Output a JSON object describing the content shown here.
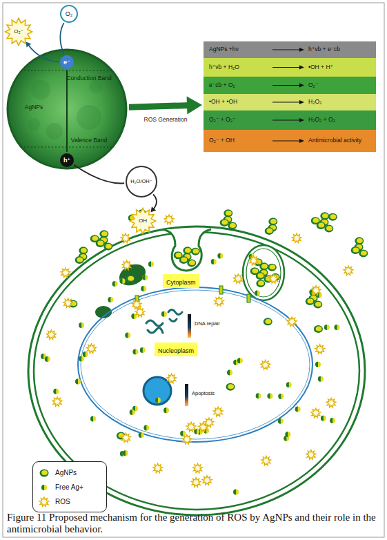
{
  "diagram": {
    "caption": "Figure 11 Proposed mechanism for the generation of ROS by AgNPs and their role in the antimicrobial behavior.",
    "nodes": [
      {
        "text": [
          "Conduction Band",
          "AgNPs",
          "Valence Band"
        ]
      },
      {
        "text": [
          "e⁻"
        ],
        "in": 0
      },
      {
        "text": [
          "h⁺"
        ],
        "in": 0
      },
      {
        "text": [
          "O₂"
        ]
      },
      {
        "text": [
          "O₂⁻"
        ]
      },
      {
        "text": [
          "H₂O/OH⁻"
        ]
      },
      {
        "text": [
          "OH"
        ]
      },
      {
        "text": [
          "AgNPs +hν",
          "h⁺vb + e⁻cb"
        ]
      },
      {
        "text": [
          "h⁺vb + H₂O",
          "•OH + H⁺"
        ]
      },
      {
        "text": [
          "e⁻cb + O₂",
          "O₂⁻"
        ]
      },
      {
        "text": [
          "•OH + •OH",
          "H₂O₂"
        ]
      },
      {
        "text": [
          "O₂⁻ + O₂⁻",
          "H₂O₂ + O₂"
        ]
      },
      {
        "text": [
          "O₂⁻ + OH",
          "Antimicrobial activity"
        ]
      },
      {
        "text": [
          "Cytoplasm"
        ]
      },
      {
        "text": [
          "Nucleoplasm"
        ]
      }
    ],
    "edges": [
      {
        "from": 3,
        "to": 1,
        "arrow": "none"
      },
      {
        "from": 1,
        "to": 4,
        "arrow": "to"
      },
      {
        "from": 1,
        "to": 2,
        "arrow": "none"
      },
      {
        "from": 2,
        "to": 5,
        "arrow": "none"
      },
      {
        "from": 5,
        "to": 6,
        "arrow": "to"
      },
      {
        "from": 0,
        "to": 10,
        "label": "ROS Generation",
        "arrow": "to"
      }
    ],
    "labels": [
      "DNA repair",
      "Apoptosis"
    ],
    "legend": [
      {
        "text": "AgNPs"
      },
      {
        "text": "Free Ag+"
      },
      {
        "text": "ROS"
      }
    ]
  }
}
